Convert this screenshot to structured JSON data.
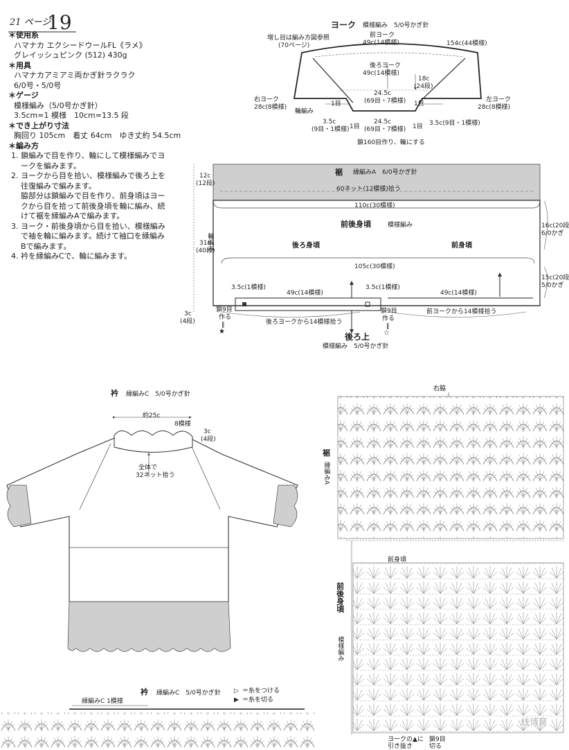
{
  "header": {
    "page_ref": "21 ページ",
    "pattern_no": "19"
  },
  "spec": {
    "yarn_h": "＊使用糸",
    "yarn_1": "ハマナカ エクシードウールFL《ラメ》",
    "yarn_2": "グレイッシュピンク (512) 430g",
    "tools_h": "＊用具",
    "tools_1": "ハマナカアミアミ両かぎ針ラクラク",
    "tools_2": "6/0号・5/0号",
    "gauge_h": "＊ゲージ",
    "gauge_1": "模様編み（5/0号かぎ針）",
    "gauge_2": "3.5cm=1 模様　10cm=13.5 段",
    "size_h": "＊でき上がり寸法",
    "size_1": "胸回り 105cm　着丈 64cm　ゆき丈約 54.5cm",
    "method_h": "＊編み方",
    "steps": [
      {
        "n": "1.",
        "lines": [
          "鎖編みで目を作り、輪にして模様編みでヨ",
          "ークを編みます。"
        ]
      },
      {
        "n": "2.",
        "lines": [
          "ヨークから目を拾い、模様編みで後ろ上を",
          "往復編みで編みます。",
          "脇部分は鎖編みで目を作り、前身頃はヨー",
          "クから目を拾って前後身頃を輪に編み、続",
          "けて裾を縁編みAで編みます。"
        ]
      },
      {
        "n": "3.",
        "lines": [
          "ヨーク・前後身頃から目を拾い、模様編み",
          "で袖を輪に編みます。続けて袖口を縁編み",
          "Bで編みます。"
        ]
      },
      {
        "n": "4.",
        "lines": [
          "衿を縁編みCで、輪に編みます。"
        ]
      }
    ]
  },
  "yoke": {
    "title": "ヨーク",
    "subtitle": "模様編み　5/0号かぎ針",
    "ref_1": "増し目は編み方図参照",
    "ref_2": "(70ページ)",
    "front_yoke": "前ヨーク",
    "front_yoke_w": "49c(14模様)",
    "back_yoke": "後ろヨーク",
    "back_yoke_w": "49c(14模様)",
    "top_len": "154c(44模様)",
    "depth": "18c",
    "depth_rows": "(24段)",
    "inner_1": "24.5c",
    "inner_1b": "(69目・7模様)",
    "inner_2": "24.5c",
    "inner_2b": "(69目・7模様)",
    "right_yoke": "右ヨーク",
    "right_yoke_w": "28c(8模様)",
    "left_yoke": "左ヨーク",
    "left_yoke_w": "28c(8模様)",
    "ring": "輪編み",
    "one_st_a": "1目",
    "one_st_b": "1目",
    "one_st_c": "1目",
    "one_st_d": "1目",
    "seg_a": "3.5c",
    "seg_a2": "(9目・1模様)",
    "seg_b": "3.5c(9目・1模様)",
    "chain": "鎖160目作り、輪にする"
  },
  "body": {
    "hem": "裾",
    "hem_sub": "縁編みA　6/0号かぎ針",
    "net60": "60ネット(12模様)拾う",
    "w110": "110c(30模様)",
    "title": "前後身頃",
    "title_sub": "模様編み",
    "back": "後ろ身頃",
    "front": "前身頃",
    "w105": "105c(30模様)",
    "h12": "12c",
    "h12r": "(12段)",
    "h31": "31c",
    "h31r": "(40段)",
    "h3": "3c",
    "h3r": "(4段)",
    "ring": "輪編み",
    "r16a": "16c(20段)",
    "r16b": "6/0かぎ",
    "r15a": "15c(20段)",
    "r15b": "5/0かぎ",
    "s35a": "3.5c(1模様)",
    "s49a": "49c(14模様)",
    "s35b": "3.5c(1模様)",
    "s49b": "49c(14模様)",
    "ch9a_1": "鎖9目",
    "ch9a_2": "作る",
    "ch9b_1": "鎖9目",
    "ch9b_2": "作る",
    "pick_back": "後ろヨークから14模様拾う",
    "pick_front": "前ヨークから14模様拾う",
    "back_upper": "後ろ上",
    "back_upper_sub": "模様編み　5/0号かぎ針"
  },
  "collar_fig": {
    "title": "衿",
    "sub": "縁編みC　5/0号かぎ針",
    "w": "約25c",
    "pat": "8模様",
    "h": "3c",
    "hr": "(4段)",
    "all_1": "全体で",
    "all_2": "32ネット拾う"
  },
  "collar_chart": {
    "title": "衿",
    "sub": "縁編みC　5/0号かぎ針",
    "pat": "縁編みC 1模様",
    "legend_1": "＝糸をつける",
    "legend_2": "＝糸を切る"
  },
  "chart": {
    "side": "右脇",
    "hem": "裾",
    "hem_sub": "縁編みA",
    "front": "前身頃",
    "body": "前後身頃",
    "body_sub": "模様編み",
    "foot_1": "ヨークの▲に",
    "foot_2": "引き抜き",
    "foot_3": "鎖9目",
    "foot_4": "切る"
  },
  "watermark": "线博育"
}
